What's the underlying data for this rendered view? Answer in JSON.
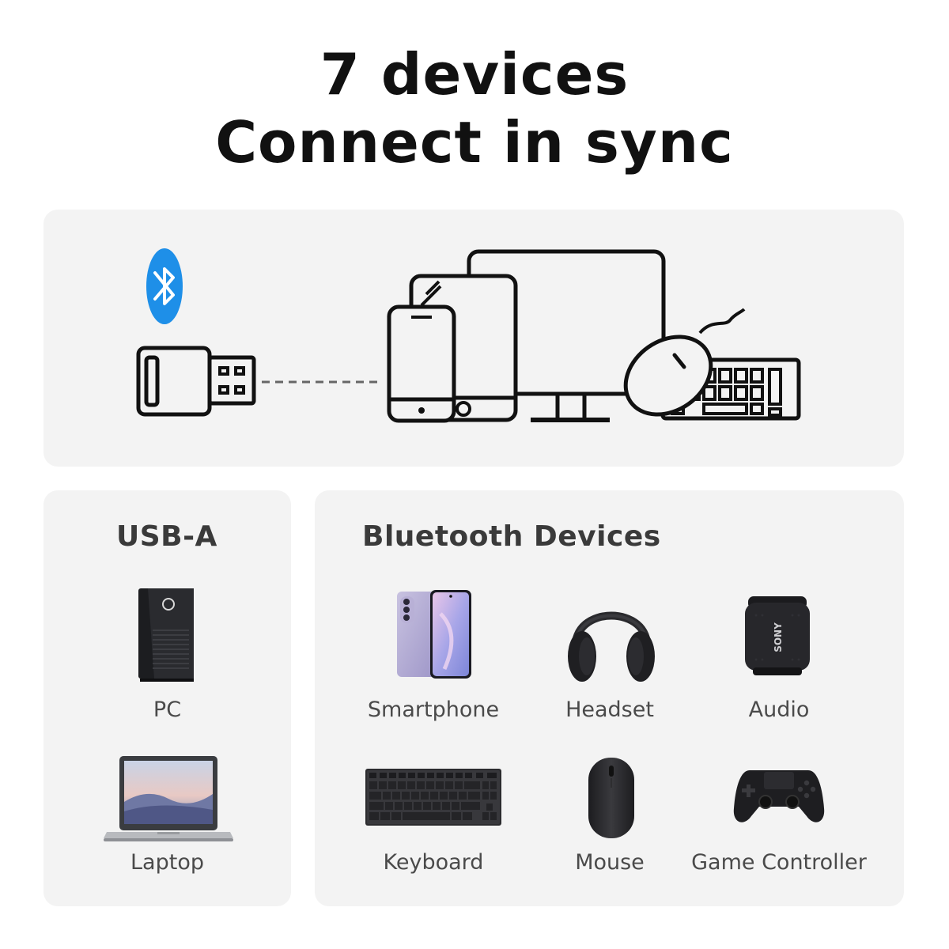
{
  "headline": {
    "line1": "7 devices",
    "line2": "Connect in sync"
  },
  "diagram": {
    "bluetooth_color": "#1e8fe8",
    "icons": [
      "bluetooth-icon",
      "usb-adapter-icon",
      "phone-icon",
      "tablet-icon",
      "monitor-icon",
      "mouse-icon",
      "keyboard-icon"
    ]
  },
  "usb_section": {
    "title": "USB-A",
    "devices": [
      {
        "label": "PC",
        "icon": "desktop-pc-icon"
      },
      {
        "label": "Laptop",
        "icon": "laptop-icon"
      }
    ]
  },
  "bt_section": {
    "title": "Bluetooth Devices",
    "devices": [
      {
        "label": "Smartphone",
        "icon": "smartphone-icon"
      },
      {
        "label": "Headset",
        "icon": "headset-icon"
      },
      {
        "label": "Audio",
        "icon": "speaker-icon"
      },
      {
        "label": "Keyboard",
        "icon": "keyboard-icon"
      },
      {
        "label": "Mouse",
        "icon": "mouse-icon"
      },
      {
        "label": "Game Controller",
        "icon": "game-controller-icon"
      }
    ]
  },
  "brand_marks": {
    "speaker_logo": "SONY"
  }
}
